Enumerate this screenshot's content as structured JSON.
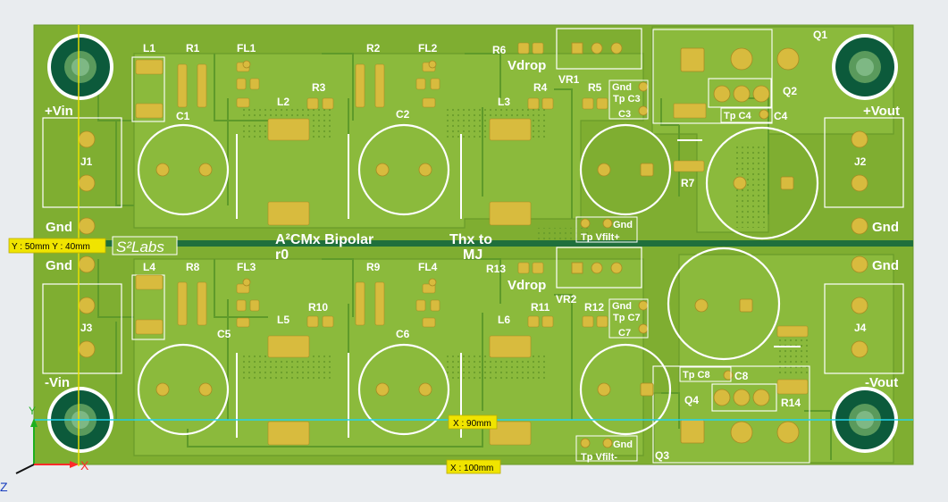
{
  "colors": {
    "background": "#e9ecef",
    "board": "#7fae31",
    "pour": "#8bba3c",
    "trace": "#5f9a2a",
    "gold": "#d8bb3e",
    "silkscreen": "#ffffff",
    "hole": "#0c5a3b",
    "axis_cyan": "#22d3ee",
    "axis_yellow": "#f0e400",
    "axis_red": "#ff2a2a",
    "axis_green": "#1fb01f",
    "divider": "#1f6f3c"
  },
  "board_title": {
    "line1": "A²CMx Bipolar",
    "line2": "r0"
  },
  "board_thanks": {
    "line1": "Thx to",
    "line2": "MJ"
  },
  "logo_text": "S²Labs",
  "measurements": {
    "y_tag": "Y : 50mm  Y : 40mm",
    "x90_tag": "X : 90mm",
    "x100_tag": "X : 100mm"
  },
  "axis_labels": {
    "y": "Y",
    "x": "X",
    "z": "Z"
  },
  "net_labels": {
    "vin_pos": "+Vin",
    "vin_neg": "-Vin",
    "vout_pos": "+Vout",
    "vout_neg": "-Vout",
    "gnd": "Gnd"
  },
  "refdes": {
    "L1": "L1",
    "R1": "R1",
    "FL1": "FL1",
    "R2": "R2",
    "FL2": "FL2",
    "R6": "R6",
    "Vdrop_top": "Vdrop",
    "VR1": "VR1",
    "Q1": "Q1",
    "Q2": "Q2",
    "C1": "C1",
    "C2": "C2",
    "L2": "L2",
    "R3": "R3",
    "L3": "L3",
    "R4": "R4",
    "R5": "R5",
    "TpC3_gnd": "Gnd",
    "TpC3": "Tp C3",
    "C3": "C3",
    "TpC4": "Tp C4",
    "C4": "C4",
    "J1": "J1",
    "J2": "J2",
    "R7": "R7",
    "TpVfiltP_gnd": "Gnd",
    "TpVfiltP": "Tp Vfilt+",
    "L4": "L4",
    "R8": "R8",
    "FL3": "FL3",
    "R9": "R9",
    "FL4": "FL4",
    "R13": "R13",
    "Vdrop_bottom": "Vdrop",
    "VR2": "VR2",
    "L5": "L5",
    "R10": "R10",
    "C5": "C5",
    "C6": "C6",
    "L6": "L6",
    "R11": "R11",
    "R12": "R12",
    "TpC7_gnd": "Gnd",
    "TpC7": "Tp C7",
    "C7": "C7",
    "J3": "J3",
    "J4": "J4",
    "TpC8": "Tp C8",
    "C8": "C8",
    "Q4": "Q4",
    "R14": "R14",
    "Q3": "Q3",
    "TpVfiltN_gnd": "Gnd",
    "TpVfiltN": "Tp Vfilt-"
  }
}
